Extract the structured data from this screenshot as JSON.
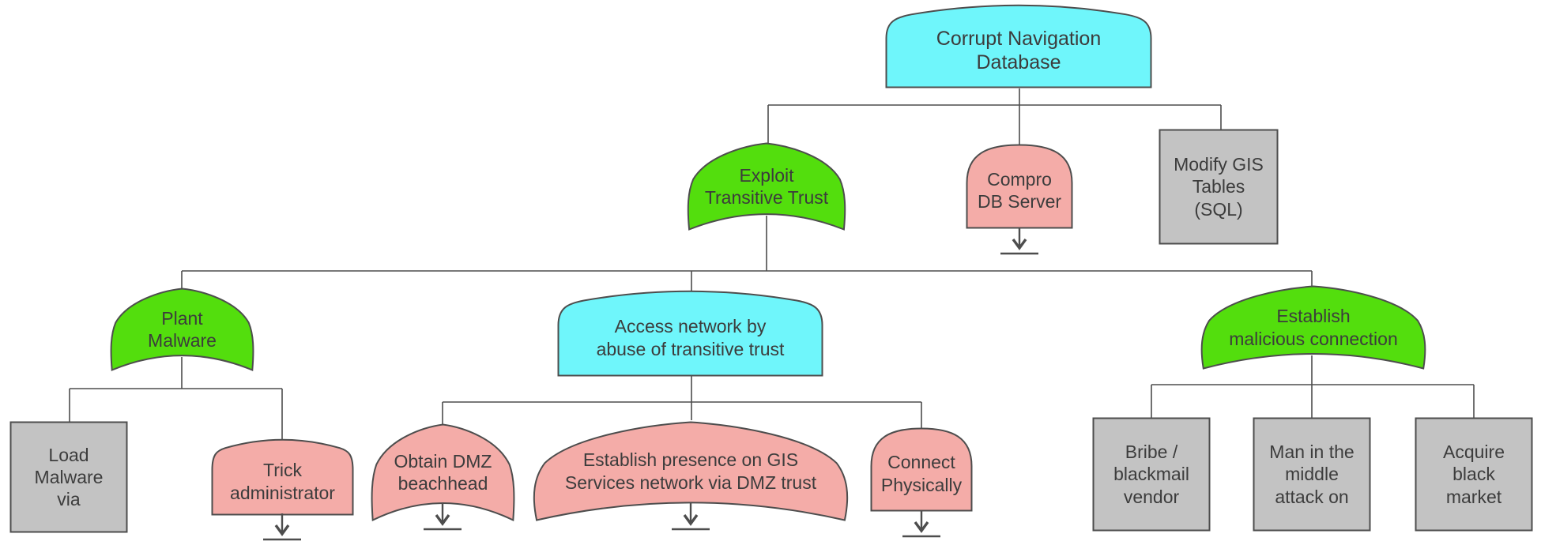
{
  "colors": {
    "cyan": "#6FF6FB",
    "green": "#53DE0D",
    "pink": "#F4ACA8",
    "gray": "#C3C3C3",
    "stroke": "#4D4D4D",
    "text": "#3C3C3C",
    "background": "#FFFFFF"
  },
  "nodes": {
    "corrupt_navigation_database": "Corrupt Navigation\nDatabase",
    "exploit_transitive_trust": "Exploit\nTransitive Trust",
    "compro_db_server": "Compro\nDB Server",
    "modify_gis_tables": "Modify GIS\nTables\n(SQL)",
    "plant_malware": "Plant\nMalware",
    "access_network": "Access network by\nabuse of transitive trust",
    "establish_malicious_connection": "Establish\nmalicious connection",
    "load_malware_via": "Load\nMalware\nvia",
    "trick_administrator": "Trick\nadministrator",
    "obtain_dmz_beachhead": "Obtain DMZ\nbeachhead",
    "establish_presence": "Establish presence on GIS\nServices network via DMZ trust",
    "connect_physically": "Connect\nPhysically",
    "bribe_blackmail_vendor": "Bribe /\nblackmail\nvendor",
    "man_in_the_middle": "Man in the\nmiddle\nattack on",
    "acquire_black_market": "Acquire\nblack\nmarket"
  }
}
